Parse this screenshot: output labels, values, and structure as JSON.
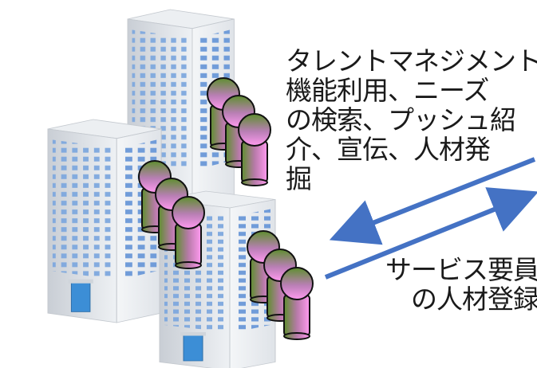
{
  "labels": {
    "description_lines": [
      "タレントマネジメント",
      "機能利用、ニーズ",
      "の検索、プッシュ紹",
      "介、宣伝、人材発",
      "掘"
    ],
    "service_lines": [
      "サービス要員",
      "の人材登録"
    ]
  },
  "colors": {
    "arrow": "#4472c4",
    "person_head_top": "#6d9a3a",
    "person_head_bottom": "#ff8fe8",
    "building_window": "#5b8fd6",
    "building_door": "#3c8ed6"
  },
  "icons": {
    "building": "office-building-icon",
    "person": "person-icon"
  }
}
